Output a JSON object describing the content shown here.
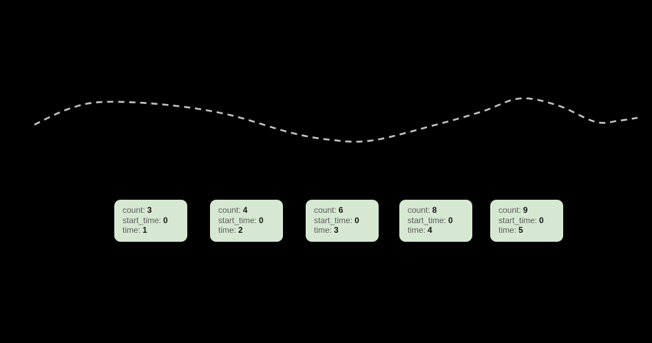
{
  "colors": {
    "background": "#000000",
    "box-fill": "#d6e8d2",
    "label-text": "#5c5c5c",
    "value-text": "#141414",
    "curve": "#c4c4c4"
  },
  "labels": {
    "count": "count:",
    "start_time": "start_time:",
    "time": "time:"
  },
  "boxes": [
    {
      "count": "3",
      "start_time": "0",
      "time": "1"
    },
    {
      "count": "4",
      "start_time": "0",
      "time": "2"
    },
    {
      "count": "6",
      "start_time": "0",
      "time": "3"
    },
    {
      "count": "8",
      "start_time": "0",
      "time": "4"
    },
    {
      "count": "9",
      "start_time": "0",
      "time": "5"
    }
  ],
  "curve": {
    "style": "dashed",
    "points": [
      [
        50,
        181
      ],
      [
        100,
        158
      ],
      [
        150,
        148
      ],
      [
        240,
        152
      ],
      [
        330,
        166
      ],
      [
        420,
        192
      ],
      [
        480,
        203
      ],
      [
        540,
        204
      ],
      [
        630,
        182
      ],
      [
        700,
        162
      ],
      [
        755,
        143
      ],
      [
        810,
        153
      ],
      [
        865,
        177
      ],
      [
        900,
        175
      ],
      [
        926,
        171
      ]
    ]
  }
}
